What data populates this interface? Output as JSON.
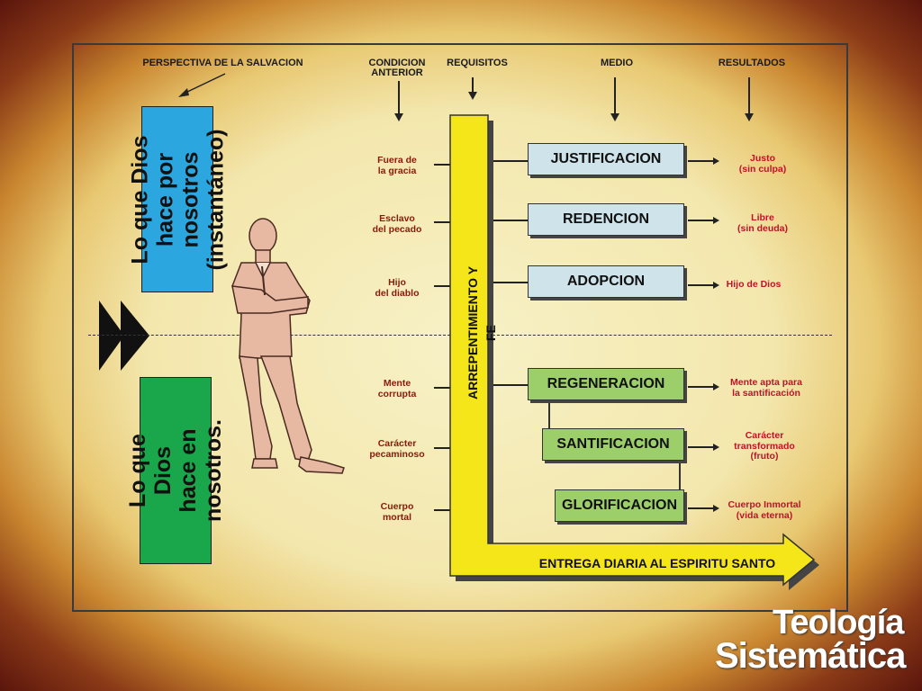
{
  "headers": {
    "perspective": "PERSPECTIVA DE LA SALVACION",
    "prior_condition": "CONDICION\nANTERIOR",
    "requirements": "REQUISITOS",
    "means": "MEDIO",
    "results": "RESULTADOS"
  },
  "perspectives": {
    "for_us": "Lo que Dios hace por\nnosotros (instantáneo)",
    "in_us": "Lo que Dios hace en\nnosotros."
  },
  "conditions": [
    "Fuera de\nla gracia",
    "Esclavo\ndel pecado",
    "Hijo\ndel diablo",
    "Mente\ncorrupta",
    "Carácter\npecaminoso",
    "Cuerpo\nmortal"
  ],
  "requirement": "ARREPENTIMIENTO Y FE",
  "daily": "ENTREGA DIARIA AL ESPIRITU SANTO",
  "means": [
    "JUSTIFICACION",
    "REDENCION",
    "ADOPCION",
    "REGENERACION",
    "SANTIFICACION",
    "GLORIFICACION"
  ],
  "results": [
    "Justo\n(sin culpa)",
    "Libre\n(sin deuda)",
    "Hijo de Dios",
    "Mente apta para\nla santificación",
    "Carácter\ntransformado\n(fruto)",
    "Cuerpo Inmortal\n(vida eterna)"
  ],
  "logo": {
    "line1": "Teología",
    "line2": "Sistemática"
  },
  "colors": {
    "blue_box": "#2ba6de",
    "green_box": "#1aa64a",
    "yellow_bar": "#f5e61a",
    "condition_text": "#8a1a0a",
    "result_text": "#c0122a"
  }
}
